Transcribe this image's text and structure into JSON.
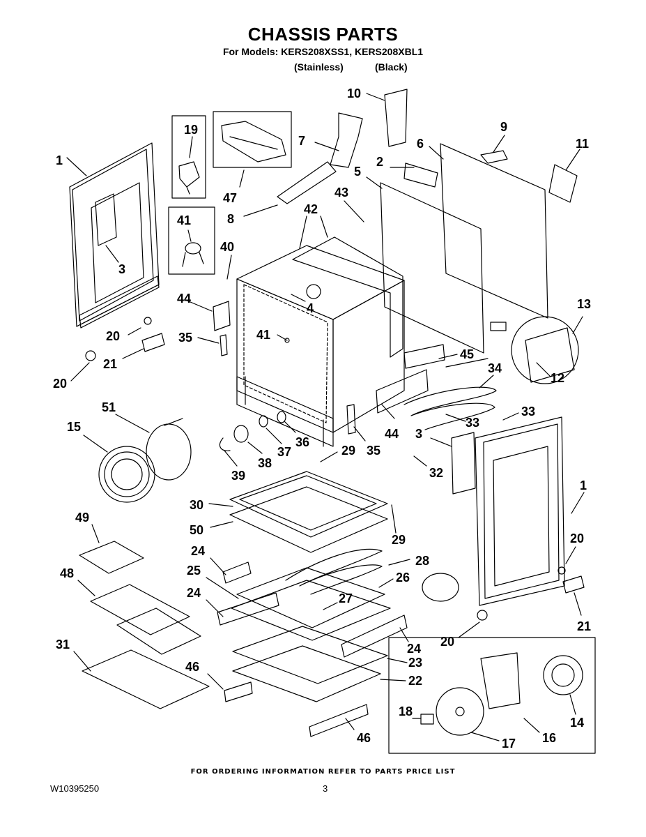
{
  "header": {
    "title": "CHASSIS PARTS",
    "models_line": "For Models: KERS208XSS1, KERS208XBL1",
    "variant_stainless": "(Stainless)",
    "variant_black": "(Black)"
  },
  "callouts": [
    "1",
    "3",
    "19",
    "47",
    "41",
    "40",
    "44",
    "35",
    "20",
    "21",
    "20",
    "10",
    "7",
    "8",
    "42",
    "43",
    "5",
    "2",
    "6",
    "9",
    "11",
    "4",
    "41",
    "45",
    "13",
    "12",
    "34",
    "33",
    "33",
    "44",
    "35",
    "3",
    "32",
    "51",
    "15",
    "39",
    "38",
    "37",
    "36",
    "29",
    "30",
    "50",
    "49",
    "24",
    "25",
    "48",
    "24",
    "31",
    "46",
    "29",
    "28",
    "26",
    "27",
    "24",
    "23",
    "22",
    "46",
    "1",
    "20",
    "21",
    "20",
    "18",
    "17",
    "16",
    "14"
  ],
  "footer": {
    "ordering_note": "FOR ORDERING INFORMATION REFER TO PARTS PRICE LIST",
    "doc_number": "W10395250",
    "page_number": "3"
  }
}
